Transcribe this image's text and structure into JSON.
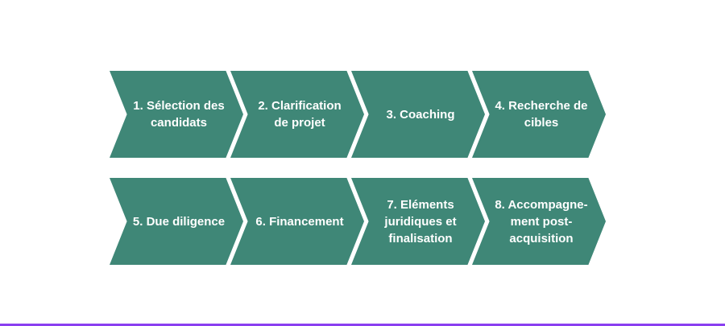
{
  "colors": {
    "chevron_fill": "#3f8777",
    "label_text": "#ffffff",
    "bottom_rule": "#8a3ff0",
    "background": "#ffffff"
  },
  "process": {
    "rows": [
      {
        "steps": [
          {
            "label": "1. Sélection des\ncandidats"
          },
          {
            "label": "2. Clarification\nde projet"
          },
          {
            "label": "3. Coaching"
          },
          {
            "label": "4. Recherche de\ncibles"
          }
        ]
      },
      {
        "steps": [
          {
            "label": "5. Due diligence"
          },
          {
            "label": "6. Financement"
          },
          {
            "label": "7. Eléments\njuridiques et\nfinalisation"
          },
          {
            "label": "8. Accompagne-\nment post-\nacquisition"
          }
        ]
      }
    ]
  }
}
